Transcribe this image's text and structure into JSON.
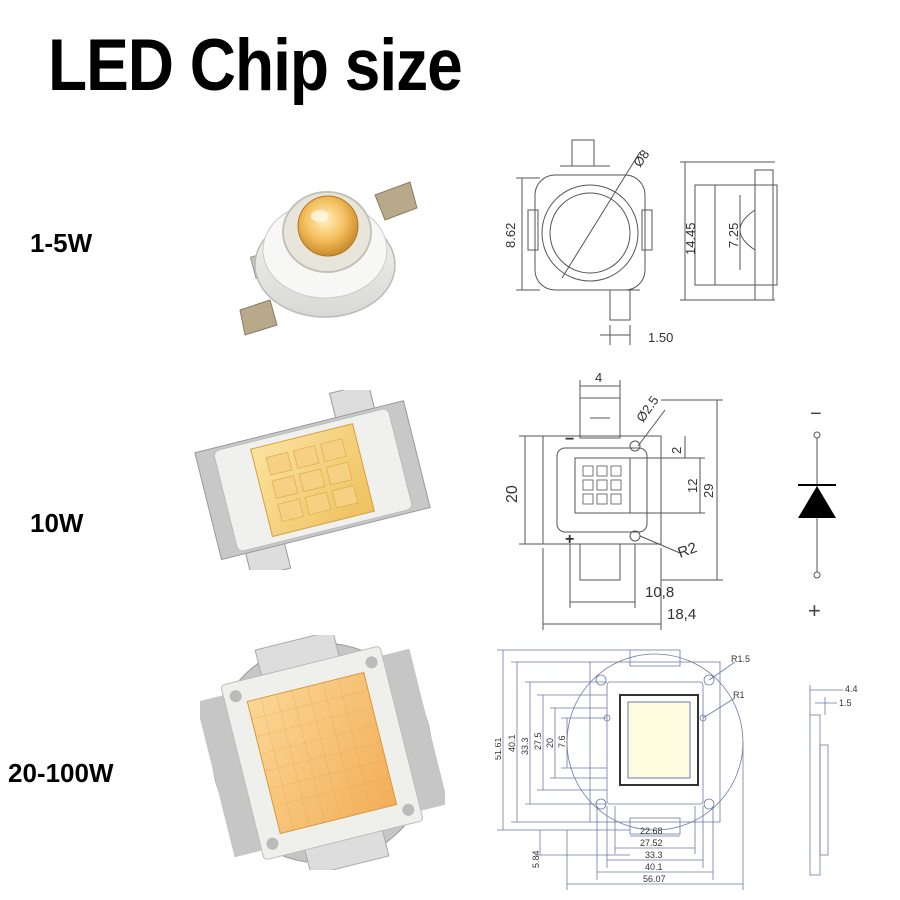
{
  "title": "LED Chip size",
  "rows": [
    {
      "label": "1-5W",
      "dims": {
        "diameter": "Ø8",
        "height": "8.62",
        "total_height": "14.45",
        "side_height": "7.25",
        "lead": "1.50"
      }
    },
    {
      "label": "10W",
      "dims": {
        "top": "4",
        "hole": "Ø2.5",
        "height": "20",
        "gap": "2",
        "die": "12",
        "total": "29",
        "radius": "R2",
        "inner_width": "10,8",
        "outer_width": "18,4",
        "minus": "−",
        "plus": "+"
      },
      "symbol": {
        "minus": "−",
        "plus": "+"
      }
    },
    {
      "label": "20-100W",
      "dims": {
        "r_top": "R1.5",
        "r_inner": "R1",
        "v_outer": "51.61",
        "v_40": "40.1",
        "v_33": "33.3",
        "v_27": "27.5",
        "v_20": "20",
        "v_7": "7.6",
        "h_22": "22.68",
        "h_27": "27.52",
        "h_33": "33.3",
        "h_40": "40.1",
        "h_56": "56.07",
        "base": "5.84",
        "side_44": "4.4",
        "side_15": "1.5"
      }
    }
  ],
  "colors": {
    "chip_yellow": "#f3c45a",
    "chip_warm": "#f6b766",
    "chip_white": "#fffde0",
    "metal": "#c9c9c9",
    "line": "#555555"
  }
}
